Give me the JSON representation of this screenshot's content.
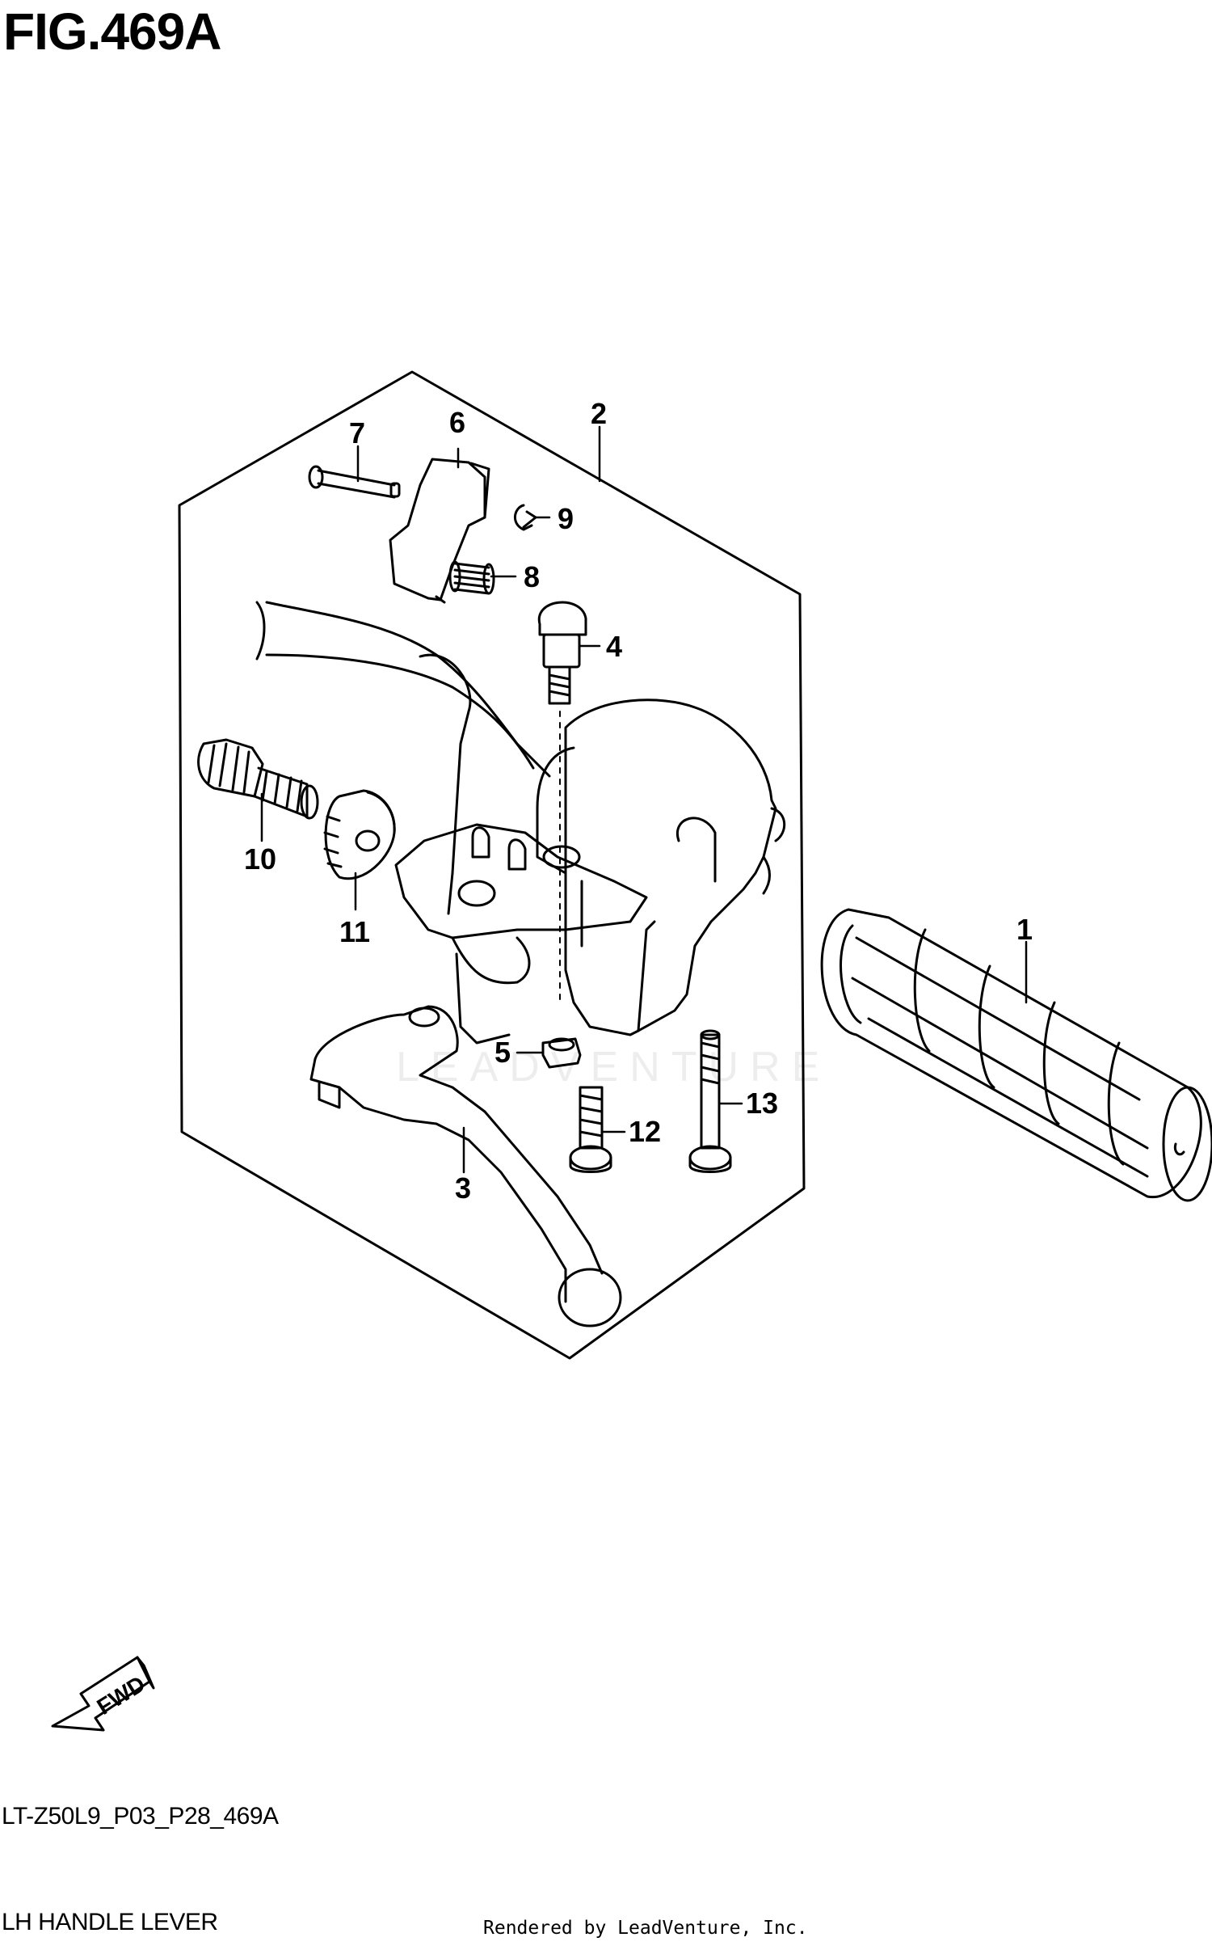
{
  "figure": {
    "title": "FIG.469A",
    "part_code": "LT-Z50L9_P03_P28_469A",
    "part_name": "LH HANDLE LEVER",
    "rendered_by": "Rendered by LeadVenture, Inc.",
    "watermark": "LEADVENTURE",
    "direction_marker": "FWD"
  },
  "callouts": [
    "1",
    "2",
    "3",
    "4",
    "5",
    "6",
    "7",
    "8",
    "9",
    "10",
    "11",
    "12",
    "13"
  ]
}
